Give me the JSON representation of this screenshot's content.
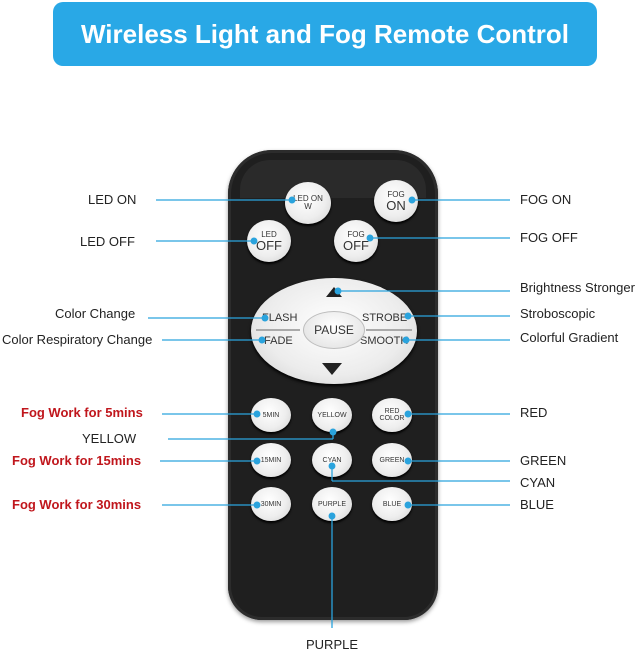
{
  "title": "Wireless Light and Fog Remote Control",
  "colors": {
    "banner": "#29a8e6",
    "leader_line": "#2aa3dd",
    "red_label": "#c0161c"
  },
  "buttons": {
    "led_on": {
      "line1": "LED ON",
      "line2": "W"
    },
    "fog_on": {
      "line1": "FOG",
      "line2": "ON"
    },
    "led_off": {
      "line1": "LED",
      "line2": "OFF"
    },
    "fog_off": {
      "line1": "FOG",
      "line2": "OFF"
    },
    "flash": "FLASH",
    "fade": "FADE",
    "strobe": "STROBE",
    "smooth": "SMOOTH",
    "pause": "PAUSE",
    "five_min": "5MIN",
    "yellow": "YELLOW",
    "red_color": {
      "line1": "RED",
      "line2": "COLOR"
    },
    "fifteen_min": "15MIN",
    "cyan": "CYAN",
    "green": "GREEN",
    "thirty_min": "30MIN",
    "purple": "PURPLE",
    "blue": "BLUE"
  },
  "labels": {
    "led_on": "LED ON",
    "led_off": "LED OFF",
    "fog_on": "FOG ON",
    "fog_off": "FOG OFF",
    "brightness_stronger": "Brightness Stronger",
    "color_change": "Color Change",
    "stroboscopic": "Stroboscopic",
    "color_respiratory_change": "Color Respiratory Change",
    "colorful_gradient": "Colorful Gradient",
    "fog_5": "Fog Work for 5mins",
    "red": "RED",
    "yellow": "YELLOW",
    "fog_15": "Fog Work for 15mins",
    "green": "GREEN",
    "cyan": "CYAN",
    "fog_30": "Fog  Work for 30mins",
    "blue": "BLUE",
    "purple": "PURPLE"
  }
}
